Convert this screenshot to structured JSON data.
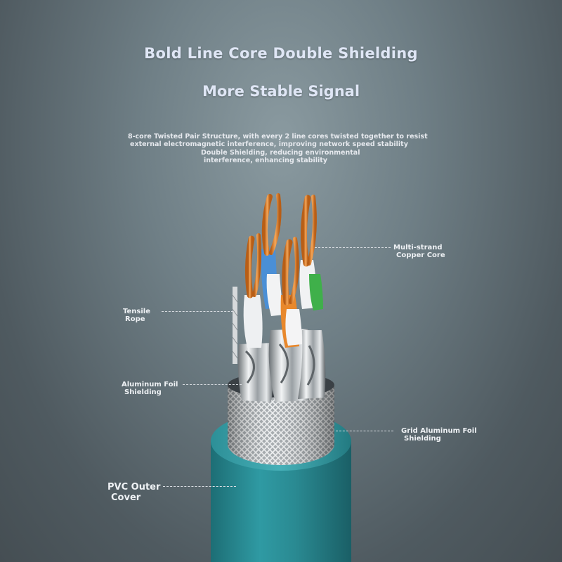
{
  "heading": {
    "line1": "Bold Line Core Double Shielding",
    "line2": "More Stable Signal"
  },
  "description": {
    "para1_line1": "8-core Twisted Pair Structure, with every 2 line cores twisted together to resist",
    "para1_line2": "external electromagnetic interference, improving network speed stability",
    "para2_line1": "Double Shielding, reducing environmental",
    "para2_line2": "interference, enhancing stability"
  },
  "callouts": {
    "copper_core": {
      "line1": "Multi-strand",
      "line2": "Copper Core"
    },
    "tensile_rope": {
      "line1": "Tensile",
      "line2": "Rope"
    },
    "aluminum_foil": {
      "line1": "Aluminum Foil",
      "line2": "Shielding"
    },
    "grid_foil": {
      "line1": "Grid Aluminum Foil",
      "line2": "Shielding"
    },
    "pvc_cover": {
      "line1": "PVC Outer",
      "line2": "Cover"
    }
  },
  "colors": {
    "jacket": "#2a8a92",
    "copper": "#e0862e",
    "foil": "#c9cdd0",
    "pair_blue": "#4a8fd6",
    "pair_green": "#3fb04a",
    "pair_orange": "#e8882c",
    "pair_brown": "#9b6a3c"
  }
}
